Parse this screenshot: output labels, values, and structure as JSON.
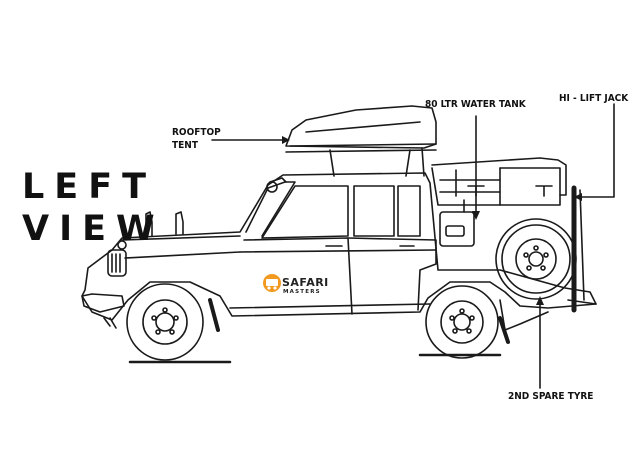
{
  "view_title": {
    "line1": "LEFT",
    "line2": "VIEW"
  },
  "callouts": {
    "rooftop_tent": {
      "line1": "ROOFTOP",
      "line2": "TENT"
    },
    "water_tank": "80 LTR WATER TANK",
    "hi_lift_jack": "HI - LIFT JACK",
    "spare_tyre": "2ND SPARE TYRE"
  },
  "logo": {
    "line1": "SAFARI",
    "line2": "MASTERS",
    "accent_color": "#f29a1f"
  },
  "colors": {
    "line": "#1a1a1a",
    "background": "#ffffff"
  }
}
